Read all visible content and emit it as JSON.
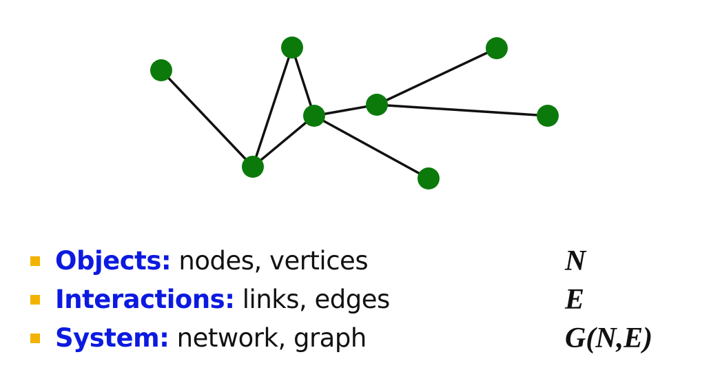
{
  "colors": {
    "node": "#0b7a0b",
    "edge": "#111111",
    "term": "#0c1ae0",
    "bullet": "#f2b300"
  },
  "graph": {
    "nodes": [
      "a",
      "b",
      "c",
      "d",
      "e",
      "f",
      "g",
      "h",
      "i"
    ],
    "edges": [
      [
        "a",
        "c"
      ],
      [
        "c",
        "b"
      ],
      [
        "b",
        "d"
      ],
      [
        "c",
        "d"
      ],
      [
        "d",
        "e"
      ],
      [
        "d",
        "h"
      ],
      [
        "e",
        "f"
      ],
      [
        "e",
        "g"
      ]
    ]
  },
  "bullets": [
    {
      "term": "Objects:",
      "description": " nodes, vertices",
      "symbol": "N"
    },
    {
      "term": "Interactions:",
      "description": " links, edges",
      "symbol": "E"
    },
    {
      "term": "System:",
      "description": " network, graph",
      "symbol": "G(N,E)"
    }
  ]
}
